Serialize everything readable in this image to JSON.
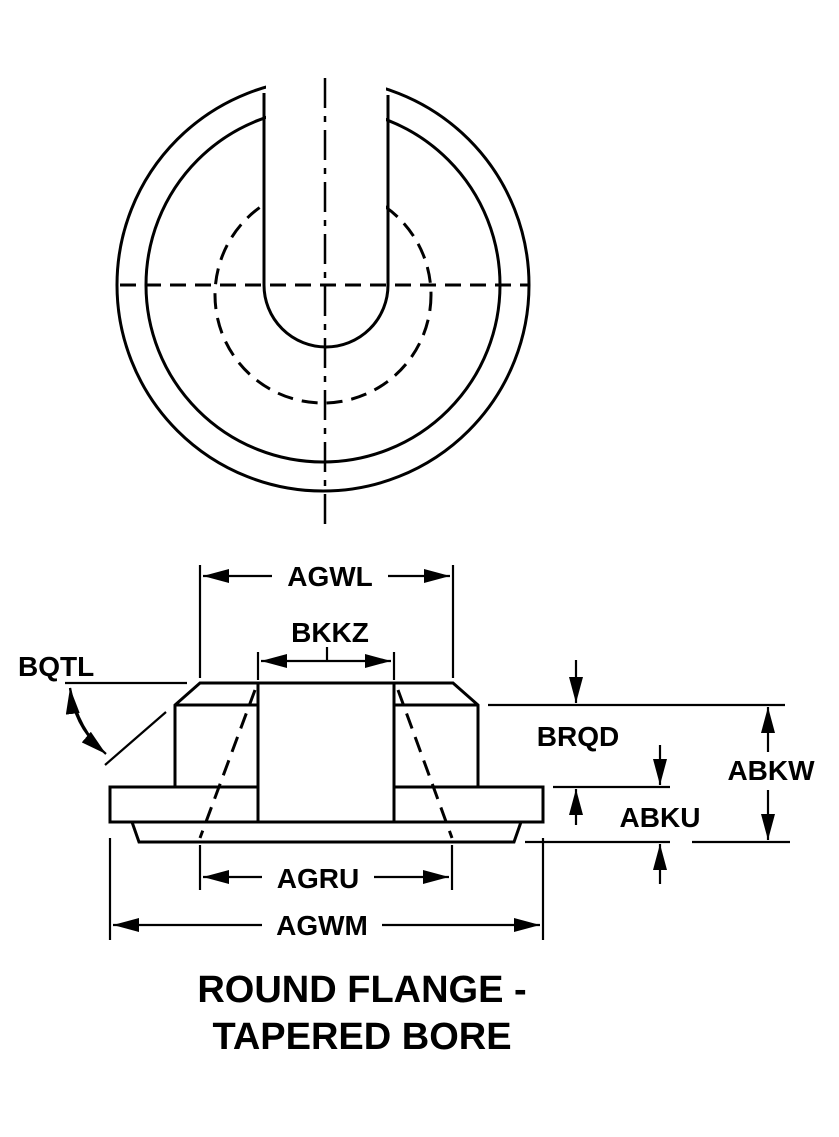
{
  "title": {
    "line1": "ROUND FLANGE -",
    "line2": "TAPERED BORE"
  },
  "dimensions": {
    "agwl": "AGWL",
    "bkkz": "BKKZ",
    "bqtl": "BQTL",
    "brqd": "BRQD",
    "abkw": "ABKW",
    "abku": "ABKU",
    "agru": "AGRU",
    "agwm": "AGWM"
  },
  "colors": {
    "line": "#000000",
    "background": "#ffffff"
  }
}
